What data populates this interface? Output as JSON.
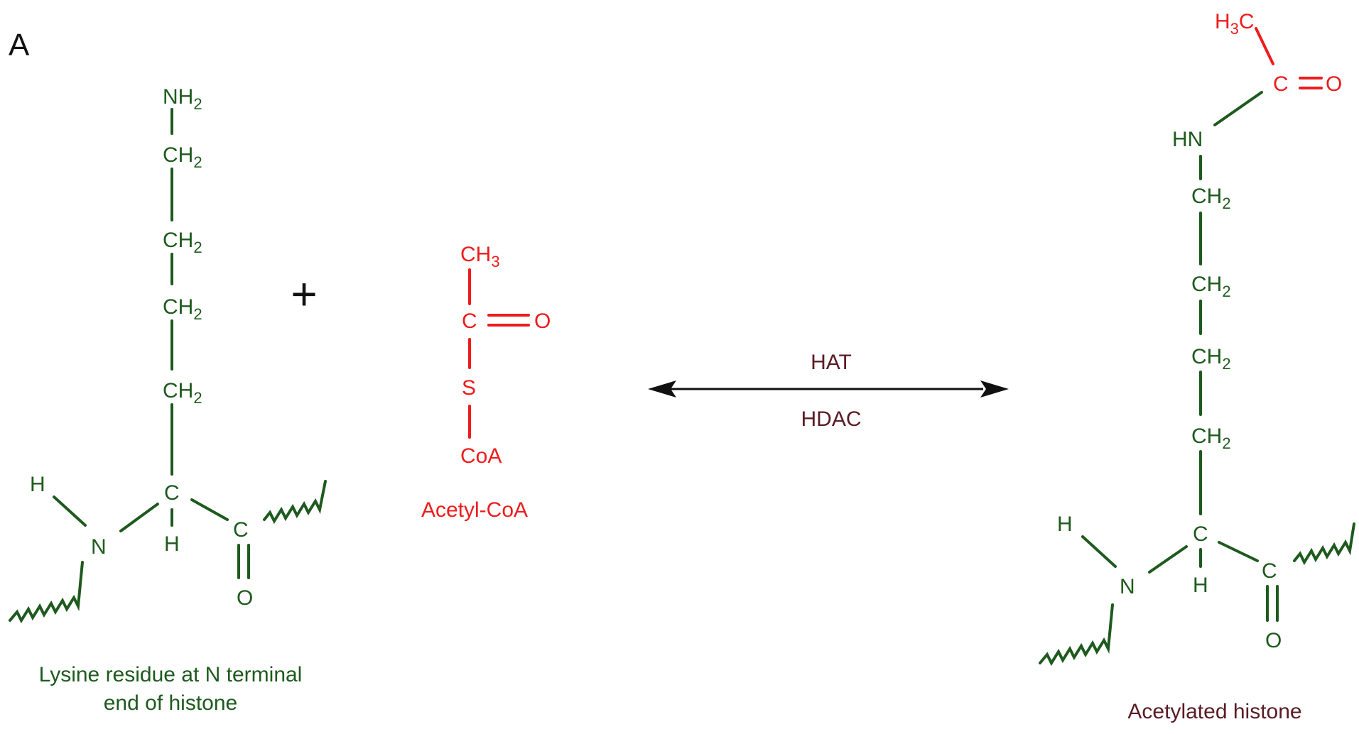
{
  "panel_label": "A",
  "colors": {
    "lysine": "#1e5a1e",
    "acetyl": "#ee1c1c",
    "enzyme": "#5a1c24",
    "arrow": "#111111"
  },
  "reactant_lysine": {
    "nh2": {
      "main": "NH",
      "sub": "2"
    },
    "chain": [
      {
        "main": "CH",
        "sub": "2"
      },
      {
        "main": "CH",
        "sub": "2"
      },
      {
        "main": "CH",
        "sub": "2"
      },
      {
        "main": "CH",
        "sub": "2"
      }
    ],
    "alpha_c": "C",
    "alpha_h": "H",
    "amide_h": "H",
    "amide_n": "N",
    "carbonyl_c": "C",
    "carbonyl_o": "O",
    "caption_line1": "Lysine residue at N terminal",
    "caption_line2": "end of histone"
  },
  "plus_sign": "+",
  "acetyl_coa": {
    "ch3": {
      "main": "CH",
      "sub": "3"
    },
    "c": "C",
    "o": "O",
    "s": "S",
    "coa": "CoA",
    "caption": "Acetyl-CoA"
  },
  "reaction": {
    "forward_enzyme": "HAT",
    "reverse_enzyme": "HDAC"
  },
  "product": {
    "h3c": {
      "main": "H",
      "sub": "3",
      "tail": "C"
    },
    "acyl_c": "C",
    "acyl_o": "O",
    "hn": "HN",
    "chain": [
      {
        "main": "CH",
        "sub": "2"
      },
      {
        "main": "CH",
        "sub": "2"
      },
      {
        "main": "CH",
        "sub": "2"
      },
      {
        "main": "CH",
        "sub": "2"
      }
    ],
    "alpha_c": "C",
    "alpha_h": "H",
    "amide_h": "H",
    "amide_n": "N",
    "carbonyl_c": "C",
    "carbonyl_o": "O",
    "caption": "Acetylated histone"
  }
}
